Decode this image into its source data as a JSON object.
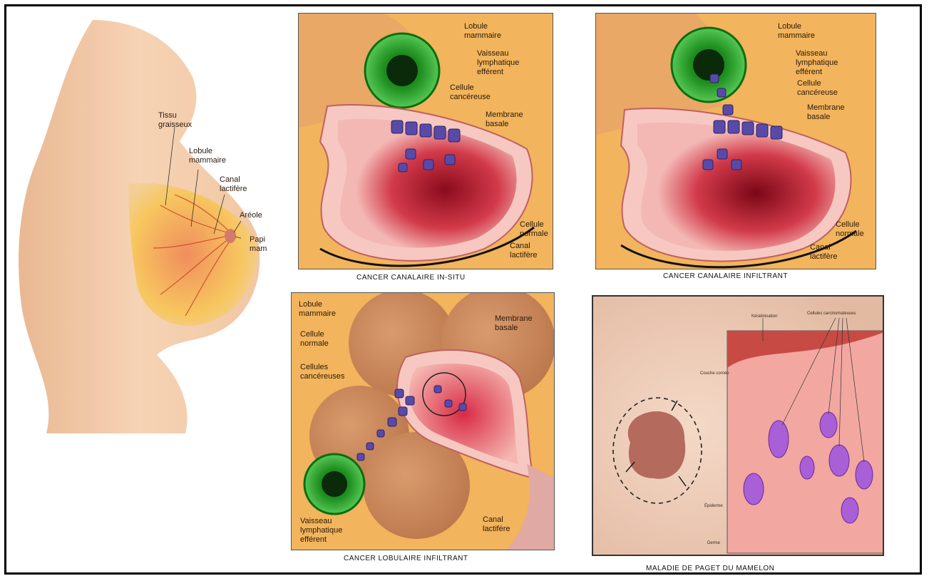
{
  "anatomy": {
    "labels": {
      "tissu": "Tissu\ngraisseux",
      "lobule": "Lobule\nmammaire",
      "canal": "Canal\nlactifère",
      "areole": "Aréole",
      "papille": "Papi\nmam"
    }
  },
  "panel_in_situ": {
    "caption": "CANCER CANALAIRE IN-SITU",
    "labels": {
      "lobule": "Lobule\nmammaire",
      "vaisseau": "Vaisseau\nlymphatique\nefférent",
      "cellule_cancereuse": "Cellule\ncancéreuse",
      "membrane": "Membrane\nbasale",
      "cellule_normale": "Cellule\nnormale",
      "canal": "Canal\nlactifère"
    }
  },
  "panel_infiltrant": {
    "caption": "CANCER CANALAIRE INFILTRANT",
    "labels": {
      "lobule": "Lobule\nmammaire",
      "vaisseau": "Vaisseau\nlymphatique\nefférent",
      "cellule_cancereuse": "Cellule\ncancéreuse",
      "membrane": "Membrane\nbasale",
      "cellule_normale": "Cellule\nnormale",
      "canal": "Canal\nlactifère"
    }
  },
  "panel_lobulaire": {
    "caption": "CANCER LOBULAIRE INFILTRANT",
    "labels": {
      "lobule": "Lobule\nmammaire",
      "cellule_normale": "Cellule\nnormale",
      "cellules_cancereuses": "Cellules\ncancéreuses",
      "membrane": "Membrane\nbasale",
      "vaisseau": "Vaisseau\nlymphatique\nefférent",
      "canal": "Canal\nlactifère"
    }
  },
  "panel_paget": {
    "caption": "MALADIE DE PAGET DU MAMELON",
    "labels": {
      "keratinisation": "Kératinisation",
      "cellules_carcinomateuses": "Cellules carcinomateuses",
      "couche_cornee": "Couche cornée",
      "epiderme": "Épiderme",
      "derme": "Derme"
    }
  },
  "colors": {
    "skin": "#f3cba6",
    "panel_bg": "#f2b45c",
    "duct_pink": "#f2b7b0",
    "lumen_red": "#b0102a",
    "vessel_green": "#2fa82f",
    "cancer_purple": "#5a4aa8"
  }
}
